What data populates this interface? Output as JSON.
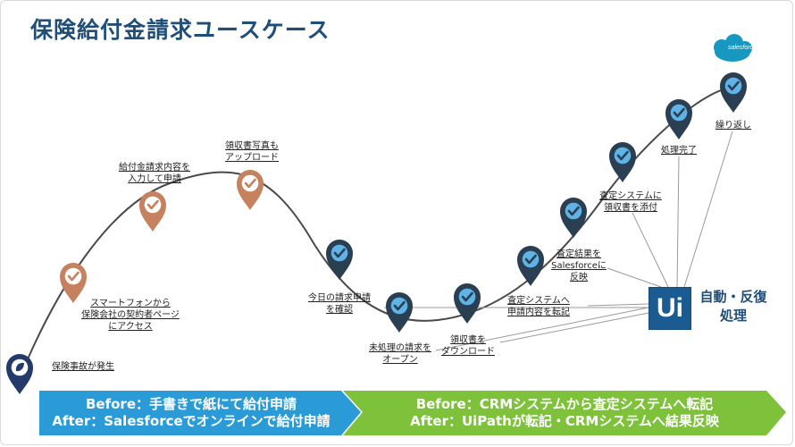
{
  "title": "保険給付金請求ユースケース",
  "colors": {
    "title": "#1f4e79",
    "pin_manual": "#c6825e",
    "pin_auto": "#2a3f52",
    "check_auto": "#5fb3e6",
    "pin_start": "#243a6b",
    "banner_blue": "#2b9bd8",
    "banner_green": "#7ec13a",
    "uipath": "#1a5b91",
    "salesforce": "#1798c1"
  },
  "steps": [
    {
      "label": "保険事故が発生",
      "kind": "start",
      "icon": "leaf-icon"
    },
    {
      "label": "スマートフォンから\n保険会社の契約者ページ\nにアクセス",
      "kind": "manual",
      "icon": "check-icon"
    },
    {
      "label": "給付金請求内容を\n入力して申請",
      "kind": "manual",
      "icon": "check-icon"
    },
    {
      "label": "領収書写真も\nアップロード",
      "kind": "manual",
      "icon": "check-icon"
    },
    {
      "label": "今日の請求申請\nを確認",
      "kind": "auto",
      "icon": "check-icon"
    },
    {
      "label": "未処理の請求を\nオープン",
      "kind": "auto",
      "icon": "check-icon"
    },
    {
      "label": "領収書を\nダウンロード",
      "kind": "auto",
      "icon": "check-icon"
    },
    {
      "label": "査定システムへ\n申請内容を転記",
      "kind": "auto",
      "icon": "check-icon"
    },
    {
      "label": "査定結果を\nSalesforceに\n反映",
      "kind": "auto",
      "icon": "check-icon"
    },
    {
      "label": "査定システムに\n領収書を添付",
      "kind": "auto",
      "icon": "check-icon"
    },
    {
      "label": "処理完了",
      "kind": "auto",
      "icon": "check-icon"
    },
    {
      "label": "繰り返し",
      "kind": "auto",
      "icon": "check-icon"
    }
  ],
  "uipath": {
    "logo_text": "Ui",
    "label": "自動・反復\n処理"
  },
  "salesforce": {
    "logo_text": "salesforce"
  },
  "banner": {
    "left": {
      "line1": "Before：手書きで紙にて給付申請",
      "line2": "After：Salesforceでオンラインで給付申請"
    },
    "right": {
      "line1": "Before：CRMシステムから査定システムへ転記",
      "line2": "After：UiPathが転記・CRMシステムへ結果反映"
    }
  }
}
